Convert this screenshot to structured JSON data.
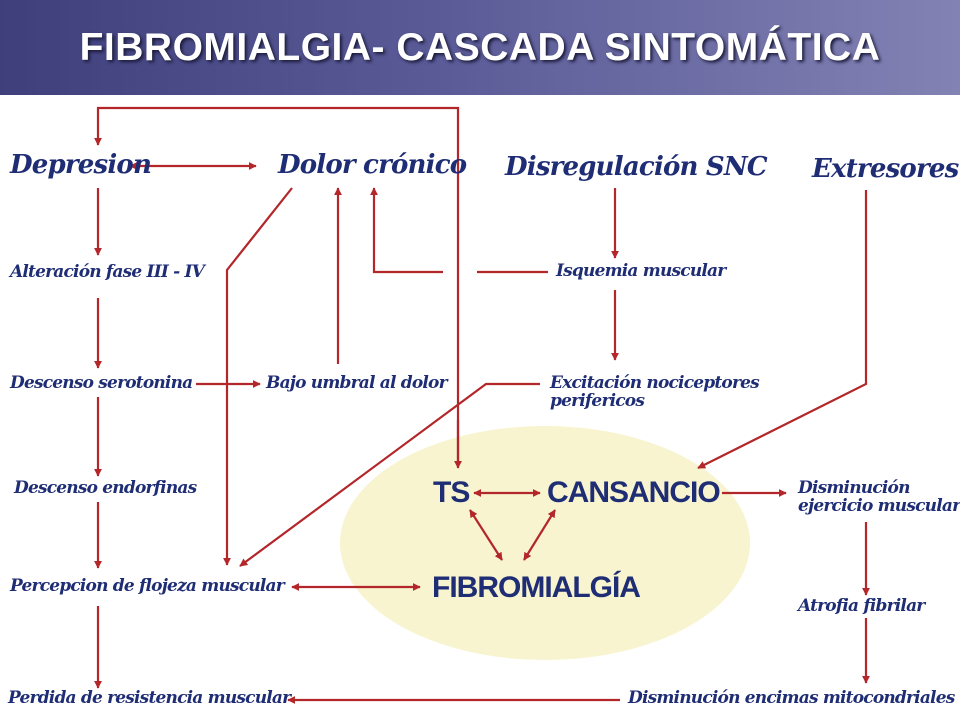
{
  "title": "FIBROMIALGIA- CASCADA SINTOMÁTICA",
  "colors": {
    "title_bar_start": "#3f3f7c",
    "title_bar_end": "#8282b4",
    "title_text": "#ffffff",
    "node_text": "#1f2d74",
    "arrow": "#b3262a",
    "highlight_ellipse": "#f7f4cf"
  },
  "nodes": {
    "depresion": "Depresion",
    "dolor_cronico": "Dolor crónico",
    "disregulacion_snc": "Disregulación SNC",
    "extresores": "Extresores",
    "alteracion_fase": "Alteración fase III - IV",
    "isquemia_muscular": "Isquemia muscular",
    "descenso_serotonina": "Descenso serotonina",
    "bajo_umbral": "Bajo umbral al dolor",
    "excitacion_nociceptores": "Excitación nociceptores\nperifericos",
    "descenso_endorfinas": "Descenso endorfinas",
    "ts": "TS",
    "cansancio": "CANSANCIO",
    "disminucion_ejercicio": "Disminución\nejercicio muscular",
    "percepcion_flojeza": "Percepcion de flojeza muscular",
    "fibromialgia": "FIBROMIALGÍA",
    "atrofia_fibrilar": "Atrofia fibrilar",
    "perdida_resistencia": "Perdida de resistencia muscular",
    "disminucion_encimas": "Disminución encimas mitocondriales"
  }
}
